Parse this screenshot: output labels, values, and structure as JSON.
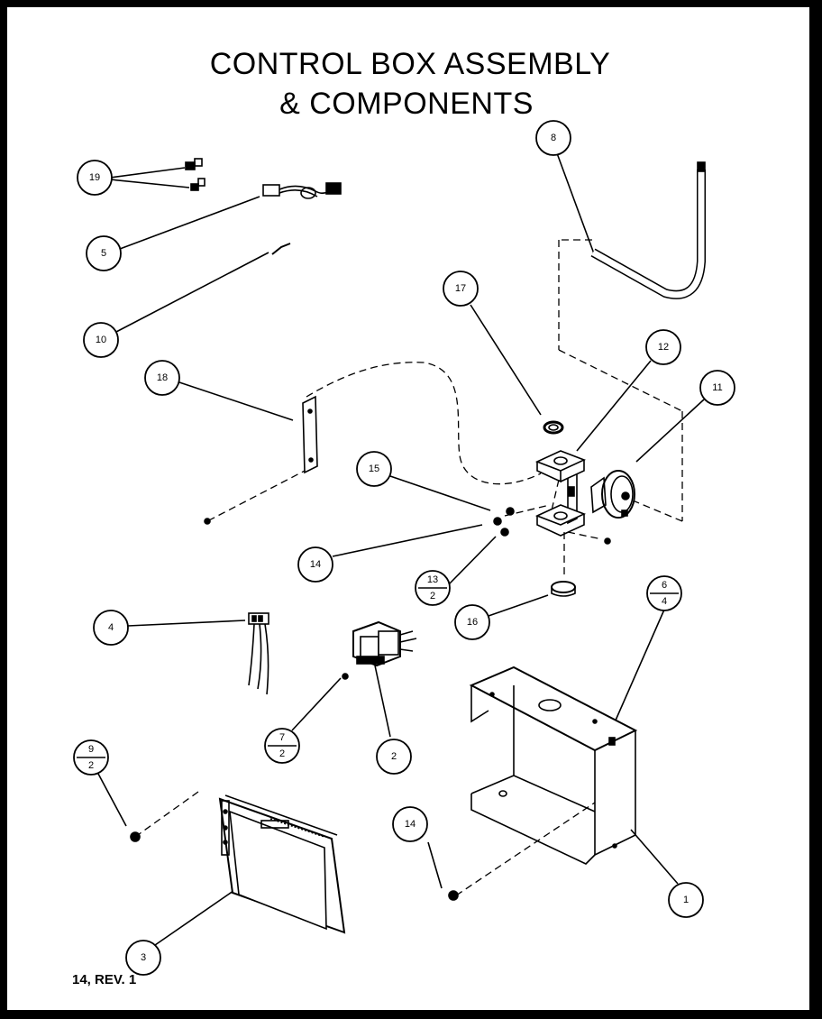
{
  "title_line1": "CONTROL BOX ASSEMBLY",
  "title_line2": "& COMPONENTS",
  "footer": "14, REV. 1",
  "callouts": {
    "c19": "19",
    "c5": "5",
    "c10": "10",
    "c8": "8",
    "c17": "17",
    "c12": "12",
    "c11": "11",
    "c18": "18",
    "c15": "15",
    "c14a": "14",
    "c13_top": "13",
    "c13_bot": "2",
    "c16": "16",
    "c6_top": "6",
    "c6_bot": "4",
    "c4": "4",
    "c7_top": "7",
    "c7_bot": "2",
    "c2": "2",
    "c9_top": "9",
    "c9_bot": "2",
    "c14b": "14",
    "c1": "1",
    "c3": "3"
  }
}
